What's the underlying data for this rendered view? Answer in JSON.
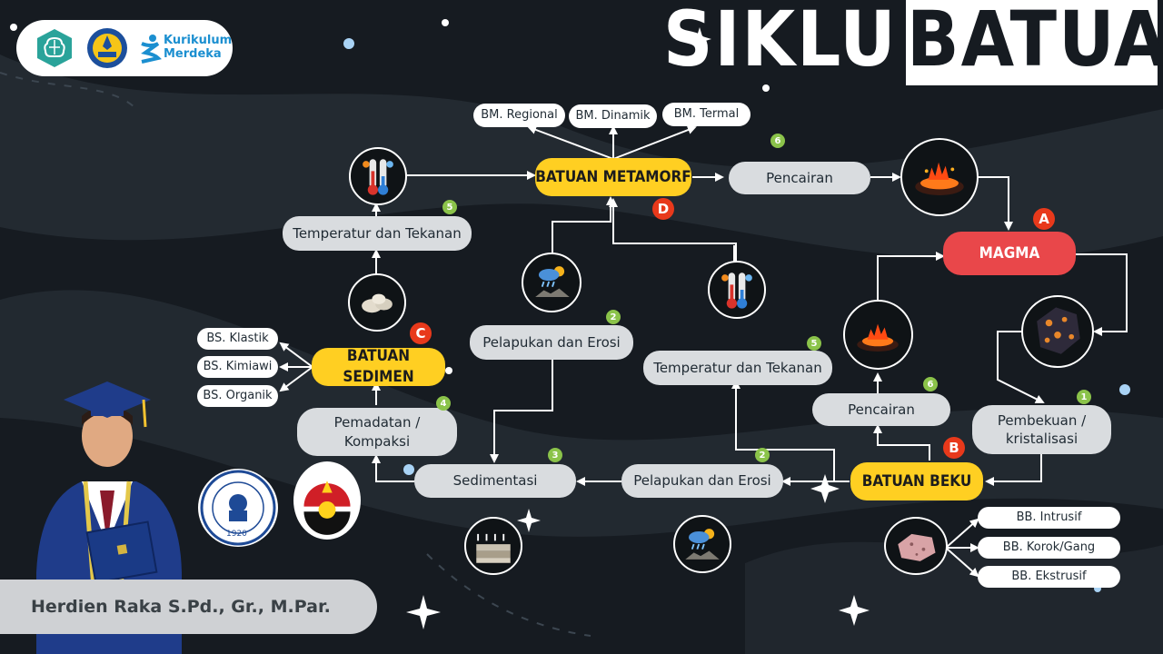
{
  "title": {
    "part1": "SIKLUS",
    "part2": "BATUAN"
  },
  "logos": {
    "kurikulum_line1": "Kurikulum",
    "kurikulum_line2": "Merdeka",
    "itb_year": "1920"
  },
  "author": "Herdien Raka S.Pd., Gr., M.Par.",
  "nodes": {
    "magma": "MAGMA",
    "metamorf": "BATUAN METAMORF",
    "sedimen": "BATUAN SEDIMEN",
    "beku": "BATUAN BEKU"
  },
  "letters": {
    "a": "A",
    "b": "B",
    "c": "C",
    "d": "D"
  },
  "processes": {
    "pencairan_top": "Pencairan",
    "temp_left": "Temperatur dan Tekanan",
    "pelapukan_mid": "Pelapukan dan Erosi",
    "temp_mid": "Temperatur dan Tekanan",
    "pencairan_right": "Pencairan",
    "pembekuan_l1": "Pembekuan /",
    "pembekuan_l2": "kristalisasi",
    "pemadatan_l1": "Pemadatan /",
    "pemadatan_l2": "Kompaksi",
    "sedimentasi": "Sedimentasi",
    "pelapukan_bottom": "Pelapukan dan Erosi"
  },
  "numbers": {
    "pencairan_top": "6",
    "temp_left": "5",
    "pelapukan_mid": "2",
    "temp_mid": "5",
    "pencairan_right": "6",
    "pembekuan": "1",
    "pemadatan": "4",
    "sedimentasi": "3",
    "pelapukan_bottom": "2"
  },
  "types": {
    "bm": [
      "BM. Regional",
      "BM. Dinamik",
      "BM. Termal"
    ],
    "bs": [
      "BS. Klastik",
      "BS. Kimiawi",
      "BS. Organik"
    ],
    "bb": [
      "BB. Intrusif",
      "BB. Korok/Gang",
      "BB. Ekstrusif"
    ]
  },
  "colors": {
    "background": "#161b21",
    "process": "#d9dcdf",
    "rock_type": "#ffcf22",
    "magma": "#e9474a",
    "step_number": "#8bc34a",
    "letter_badge": "#e8391b"
  }
}
